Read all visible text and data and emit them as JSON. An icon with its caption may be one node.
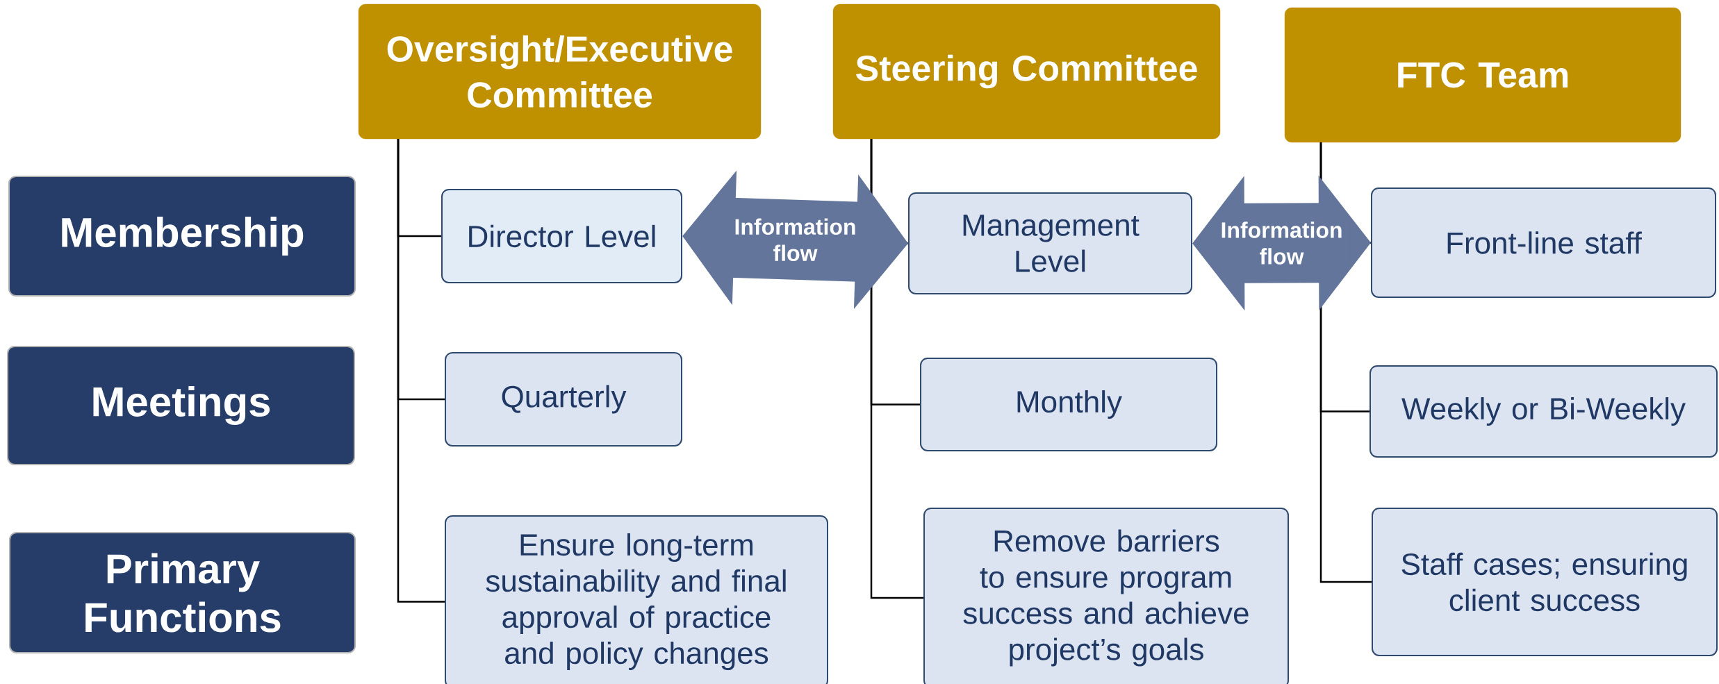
{
  "diagram": {
    "nodes": [
      {
        "text": [
          "Oversight/Executive Committee"
        ]
      },
      {
        "text": [
          "Steering Committee"
        ]
      },
      {
        "text": [
          "FTC Team"
        ]
      },
      {
        "text": [
          "Membership"
        ]
      },
      {
        "text": [
          "Meetings"
        ]
      },
      {
        "text": [
          "Primary Functions"
        ]
      },
      {
        "text": [
          "Director Level"
        ]
      },
      {
        "text": [
          "Management Level"
        ]
      },
      {
        "text": [
          "Front-line staff"
        ]
      },
      {
        "text": [
          "Quarterly"
        ]
      },
      {
        "text": [
          "Monthly"
        ]
      },
      {
        "text": [
          "Weekly or Bi-Weekly"
        ]
      },
      {
        "text": [
          "Ensure long-term sustainability and final approval of practice and policy changes"
        ]
      },
      {
        "text": [
          "Remove barriers to ensure program success and achieve project’s goals"
        ]
      },
      {
        "text": [
          "Staff cases; ensuring client success"
        ]
      }
    ],
    "edges": [
      {
        "from": 0,
        "to": 6,
        "arrow": "none"
      },
      {
        "from": 0,
        "to": 9,
        "arrow": "none"
      },
      {
        "from": 0,
        "to": 12,
        "arrow": "none"
      },
      {
        "from": 1,
        "to": 7,
        "arrow": "none"
      },
      {
        "from": 1,
        "to": 10,
        "arrow": "none"
      },
      {
        "from": 1,
        "to": 13,
        "arrow": "none"
      },
      {
        "from": 2,
        "to": 8,
        "arrow": "none"
      },
      {
        "from": 2,
        "to": 11,
        "arrow": "none"
      },
      {
        "from": 2,
        "to": 14,
        "arrow": "none"
      },
      {
        "from": 6,
        "to": 7,
        "arrow": "both",
        "label": "Information flow",
        "style": "thick",
        "color": "#63759a"
      },
      {
        "from": 7,
        "to": 8,
        "arrow": "both",
        "label": "Information flow",
        "style": "thick",
        "color": "#63759a"
      }
    ]
  }
}
